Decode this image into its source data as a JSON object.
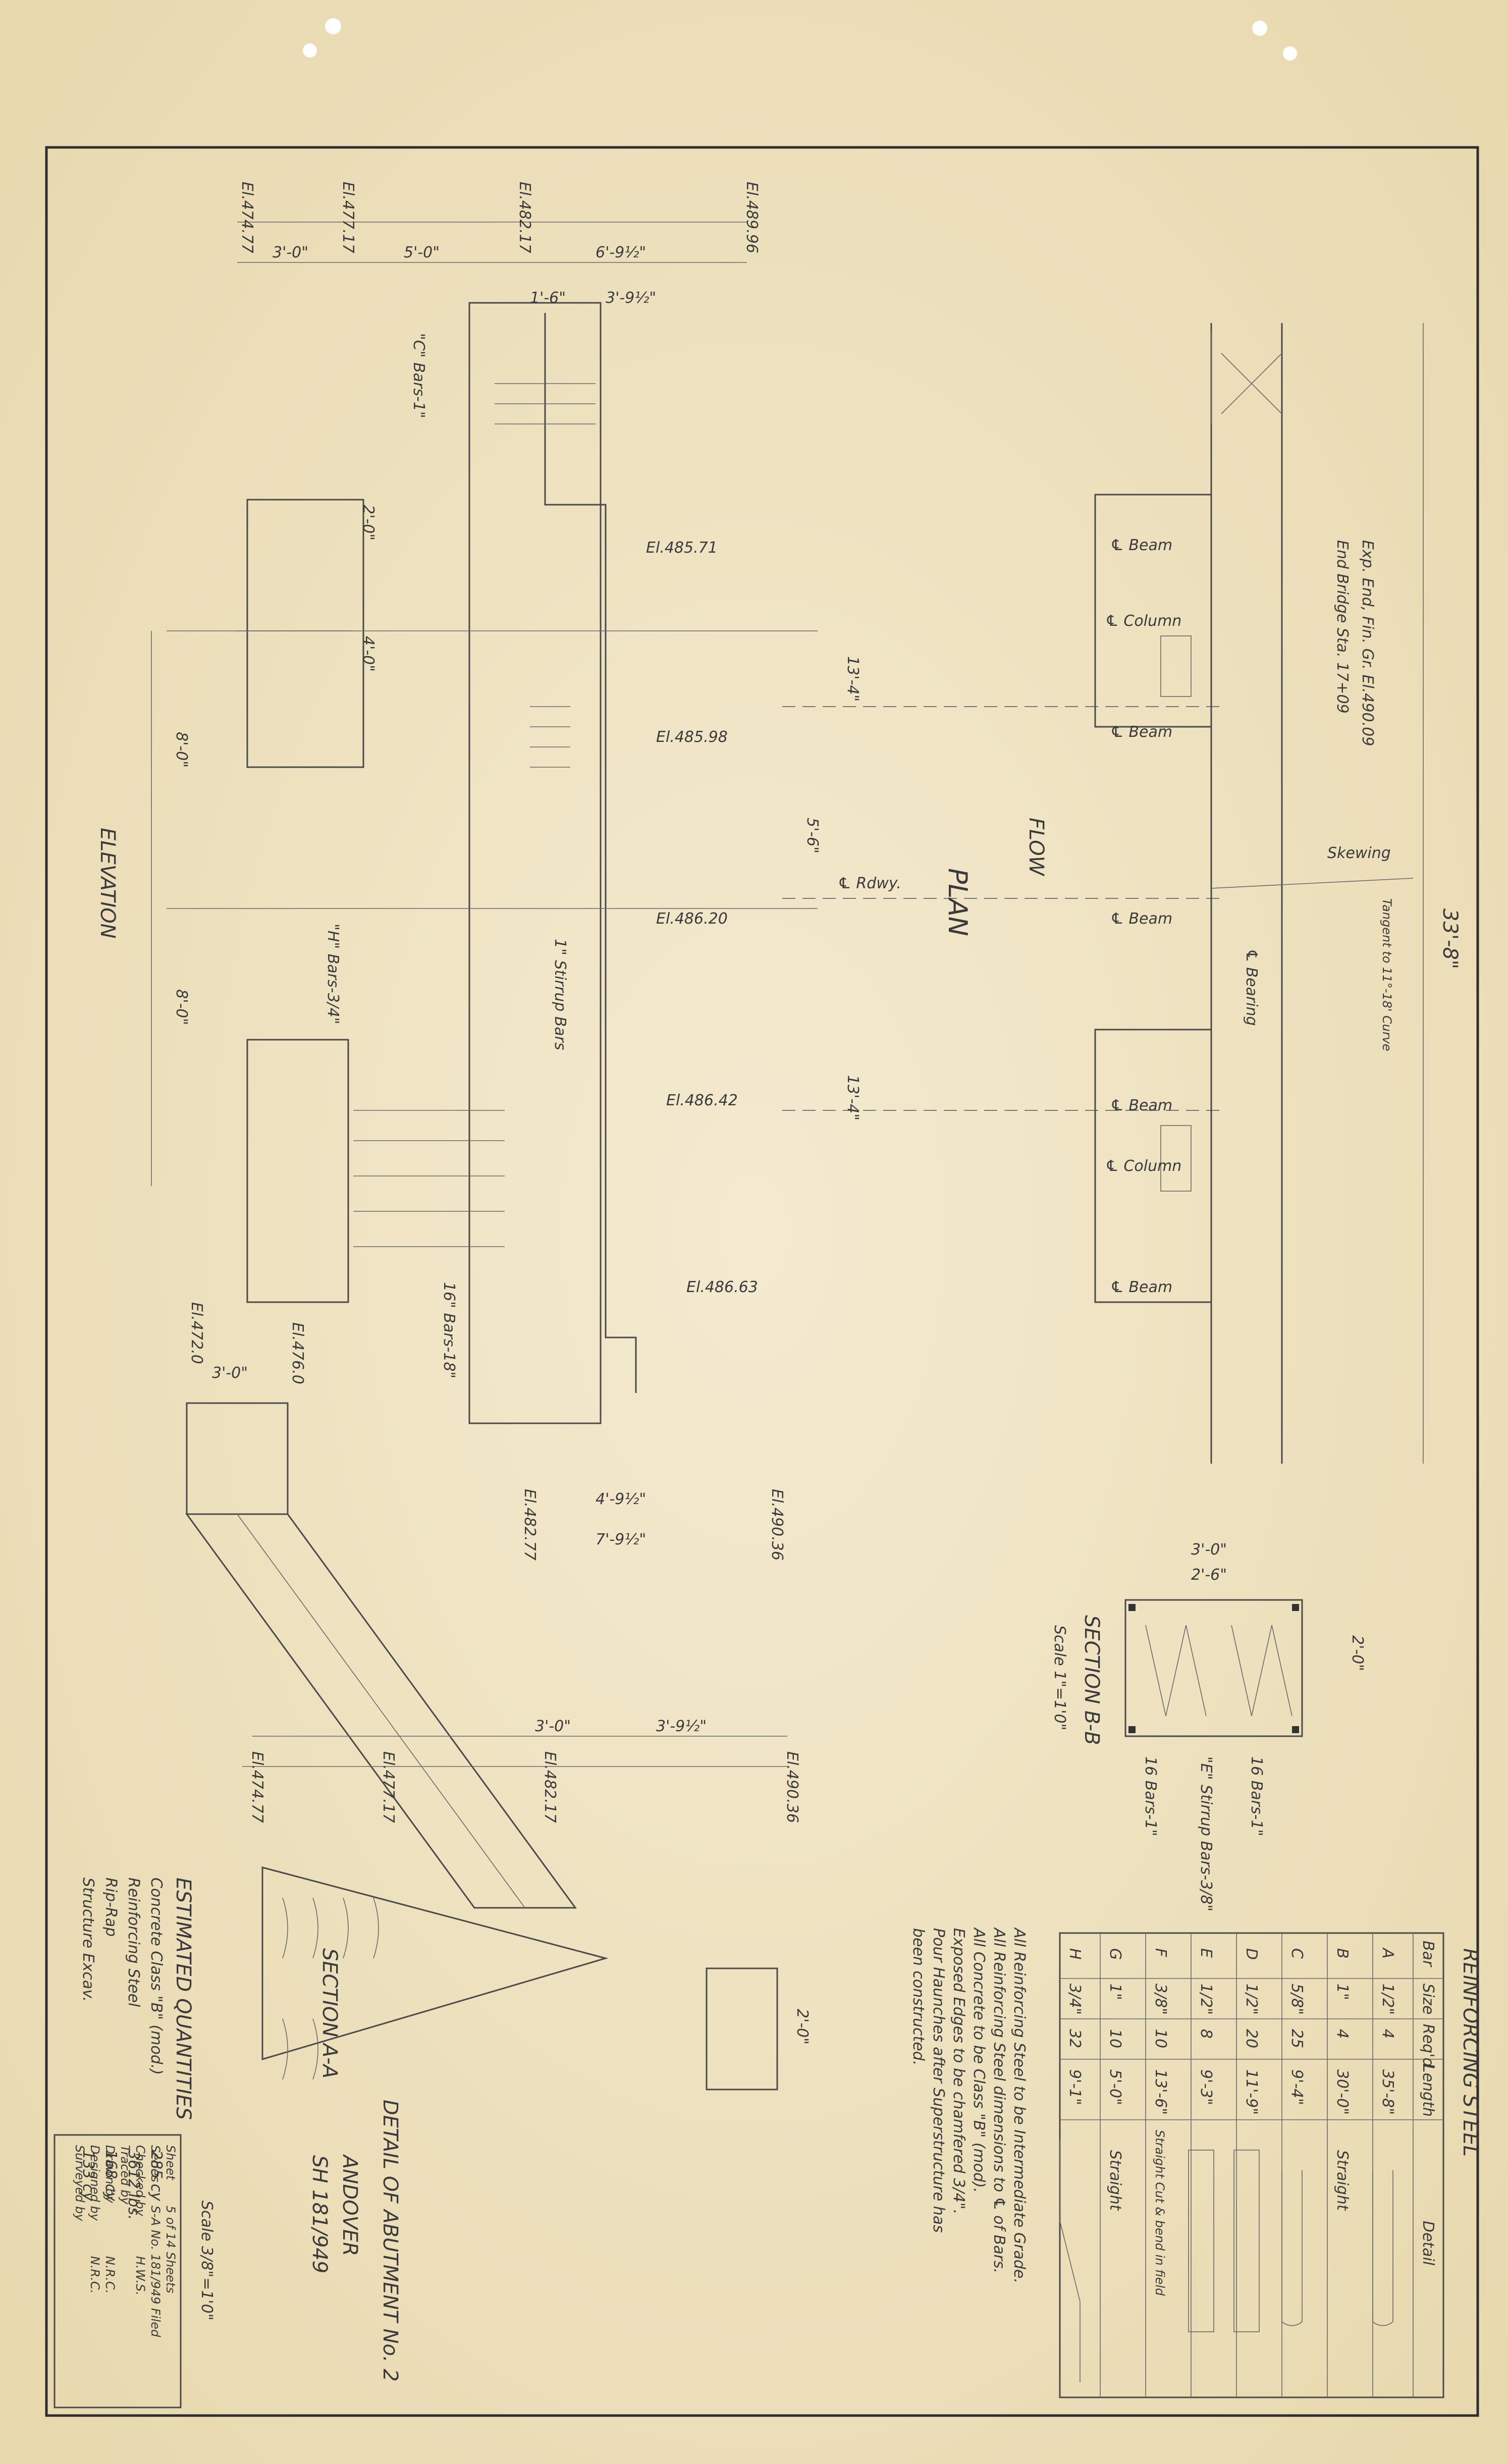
{
  "drawing": {
    "views": {
      "elevation": "ELEVATION",
      "plan": "PLAN",
      "section_aa": "SECTION A-A",
      "section_bb": "SECTION B-B",
      "section_bb_scale": "Scale 1\"=1'0\"",
      "flow": "FLOW",
      "detail_title": "DETAIL OF ABUTMENT No. 2",
      "project": "ANDOVER",
      "project_no": "SH 181/949",
      "scale": "Scale 3/8\"=1'0\""
    },
    "elevations": {
      "e1": "El.474.77",
      "e2": "El.477.17",
      "e3": "El.482.17",
      "e4": "El.489.96",
      "e5": "El.485.71",
      "e6": "El.485.98",
      "e7": "El.486.20",
      "e8": "El.486.42",
      "e9": "El.486.63",
      "e10": "El.482.77",
      "e11": "El.490.36",
      "e12": "El.476.0",
      "e13": "El.472.0"
    },
    "dimensions": {
      "d1": "3'-0\"",
      "d2": "5'-0\"",
      "d3": "6'-9½\"",
      "d4": "1'-6\"",
      "d5": "3'-9½\"",
      "d6": "8'-0\"",
      "d7": "13'-4\"",
      "d8": "5'-6\"",
      "d9": "4'-9½\"",
      "d10": "7'-9½\"",
      "d11": "33'-8\"",
      "d12": "2'-6\"",
      "d13": "2'-0\"",
      "d14": "4'-0\""
    },
    "plan_labels": {
      "beam": "℄ Beam",
      "column": "℄ Column",
      "bearing": "℄ Bearing",
      "roadway": "℄ Rdwy.",
      "sta": "End Bridge Sta. 17+09",
      "exp": "Exp. End, Fin. Gr. El.490.09",
      "skew": "Skewing",
      "tangent": "Tangent to 11°-18' Curve",
      "bars": "16\" Bars-18\"",
      "stirrup": "1\" Stirrup Bars",
      "cbars": "\"C\" Bars-1\"",
      "hbars": "\"H\" Bars-3/4\""
    },
    "section_bb": {
      "w1": "3'-0\"",
      "w2": "2'-6\"",
      "h1": "2'-0\"",
      "dbars": "16 Bars-1\"",
      "stir": "\"E\" Stirrup Bars-3/8\"",
      "top": "16 Bars-1\""
    },
    "quantities": {
      "title": "ESTIMATED QUANTITIES",
      "rows": [
        [
          "Concrete Class \"B\" (mod.)",
          "285 cy"
        ],
        [
          "Reinforcing Steel",
          "3612 lbs."
        ],
        [
          "Rip-Rap",
          "168 cy"
        ],
        [
          "Structure Excav.",
          "133 cy"
        ]
      ]
    },
    "title_block": {
      "rows": [
        [
          "Surveyed by",
          ""
        ],
        [
          "Designed by",
          "N.R.C."
        ],
        [
          "Drawn by",
          "N.R.C."
        ],
        [
          "Traced by",
          ""
        ],
        [
          "Checked by",
          "H.W.S."
        ],
        [
          "Series",
          "S-A  No. 181/949  Filed"
        ],
        [
          "Sheet",
          "5  of  14  Sheets"
        ]
      ]
    },
    "rebar": {
      "title": "REINFORCING STEEL",
      "headers": [
        "Bar",
        "Size",
        "Req'd",
        "Length",
        "Detail"
      ],
      "rows": [
        [
          "A",
          "1/2\"",
          "4",
          "35'-8\"",
          "hook"
        ],
        [
          "B",
          "1\"",
          "4",
          "30'-0\"",
          "Straight"
        ],
        [
          "C",
          "5/8\"",
          "25",
          "9'-4\"",
          "hook"
        ],
        [
          "D",
          "1/2\"",
          "20",
          "11'-9\"",
          "stirrup"
        ],
        [
          "E",
          "1/2\"",
          "8",
          "9'-3\"",
          "stirrup"
        ],
        [
          "F",
          "3/8\"",
          "10",
          "13'-6\"",
          "Straight Cut & bend in field"
        ],
        [
          "G",
          "1\"",
          "10",
          "5'-0\"",
          "Straight"
        ],
        [
          "H",
          "3/4\"",
          "32",
          "9'-1\"",
          "bent"
        ]
      ]
    },
    "notes": [
      "All Reinforcing Steel to be Intermediate Grade.",
      "All Reinforcing Steel dimensions to ℄ of Bars.",
      "All Concrete to be Class \"B\" (mod).",
      "Exposed Edges to be chamfered 3/4\".",
      "Pour Haunches after Superstructure has",
      "been constructed."
    ]
  }
}
